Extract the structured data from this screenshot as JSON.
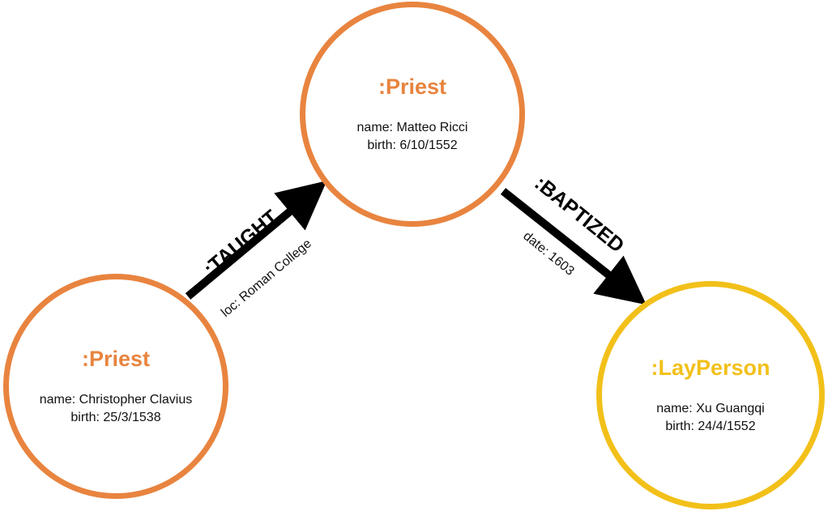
{
  "colors": {
    "priest": "#E8843F",
    "layperson": "#F2C019",
    "edge": "#000000"
  },
  "nodes": {
    "clavius": {
      "label": ":Priest",
      "name_line": "name: Christopher Clavius",
      "birth_line": "birth: 25/3/1538",
      "color_key": "priest"
    },
    "ricci": {
      "label": ":Priest",
      "name_line": "name: Matteo Ricci",
      "birth_line": "birth: 6/10/1552",
      "color_key": "priest"
    },
    "xu": {
      "label": ":LayPerson",
      "name_line": "name: Xu Guangqi",
      "birth_line": "birth: 24/4/1552",
      "color_key": "layperson"
    }
  },
  "relationships": {
    "taught": {
      "type": ":TAUGHT",
      "property": "loc: Roman College",
      "from": "clavius",
      "to": "ricci"
    },
    "baptized": {
      "type": ":BAPTIZED",
      "property": "date: 1603",
      "from": "ricci",
      "to": "xu"
    }
  }
}
